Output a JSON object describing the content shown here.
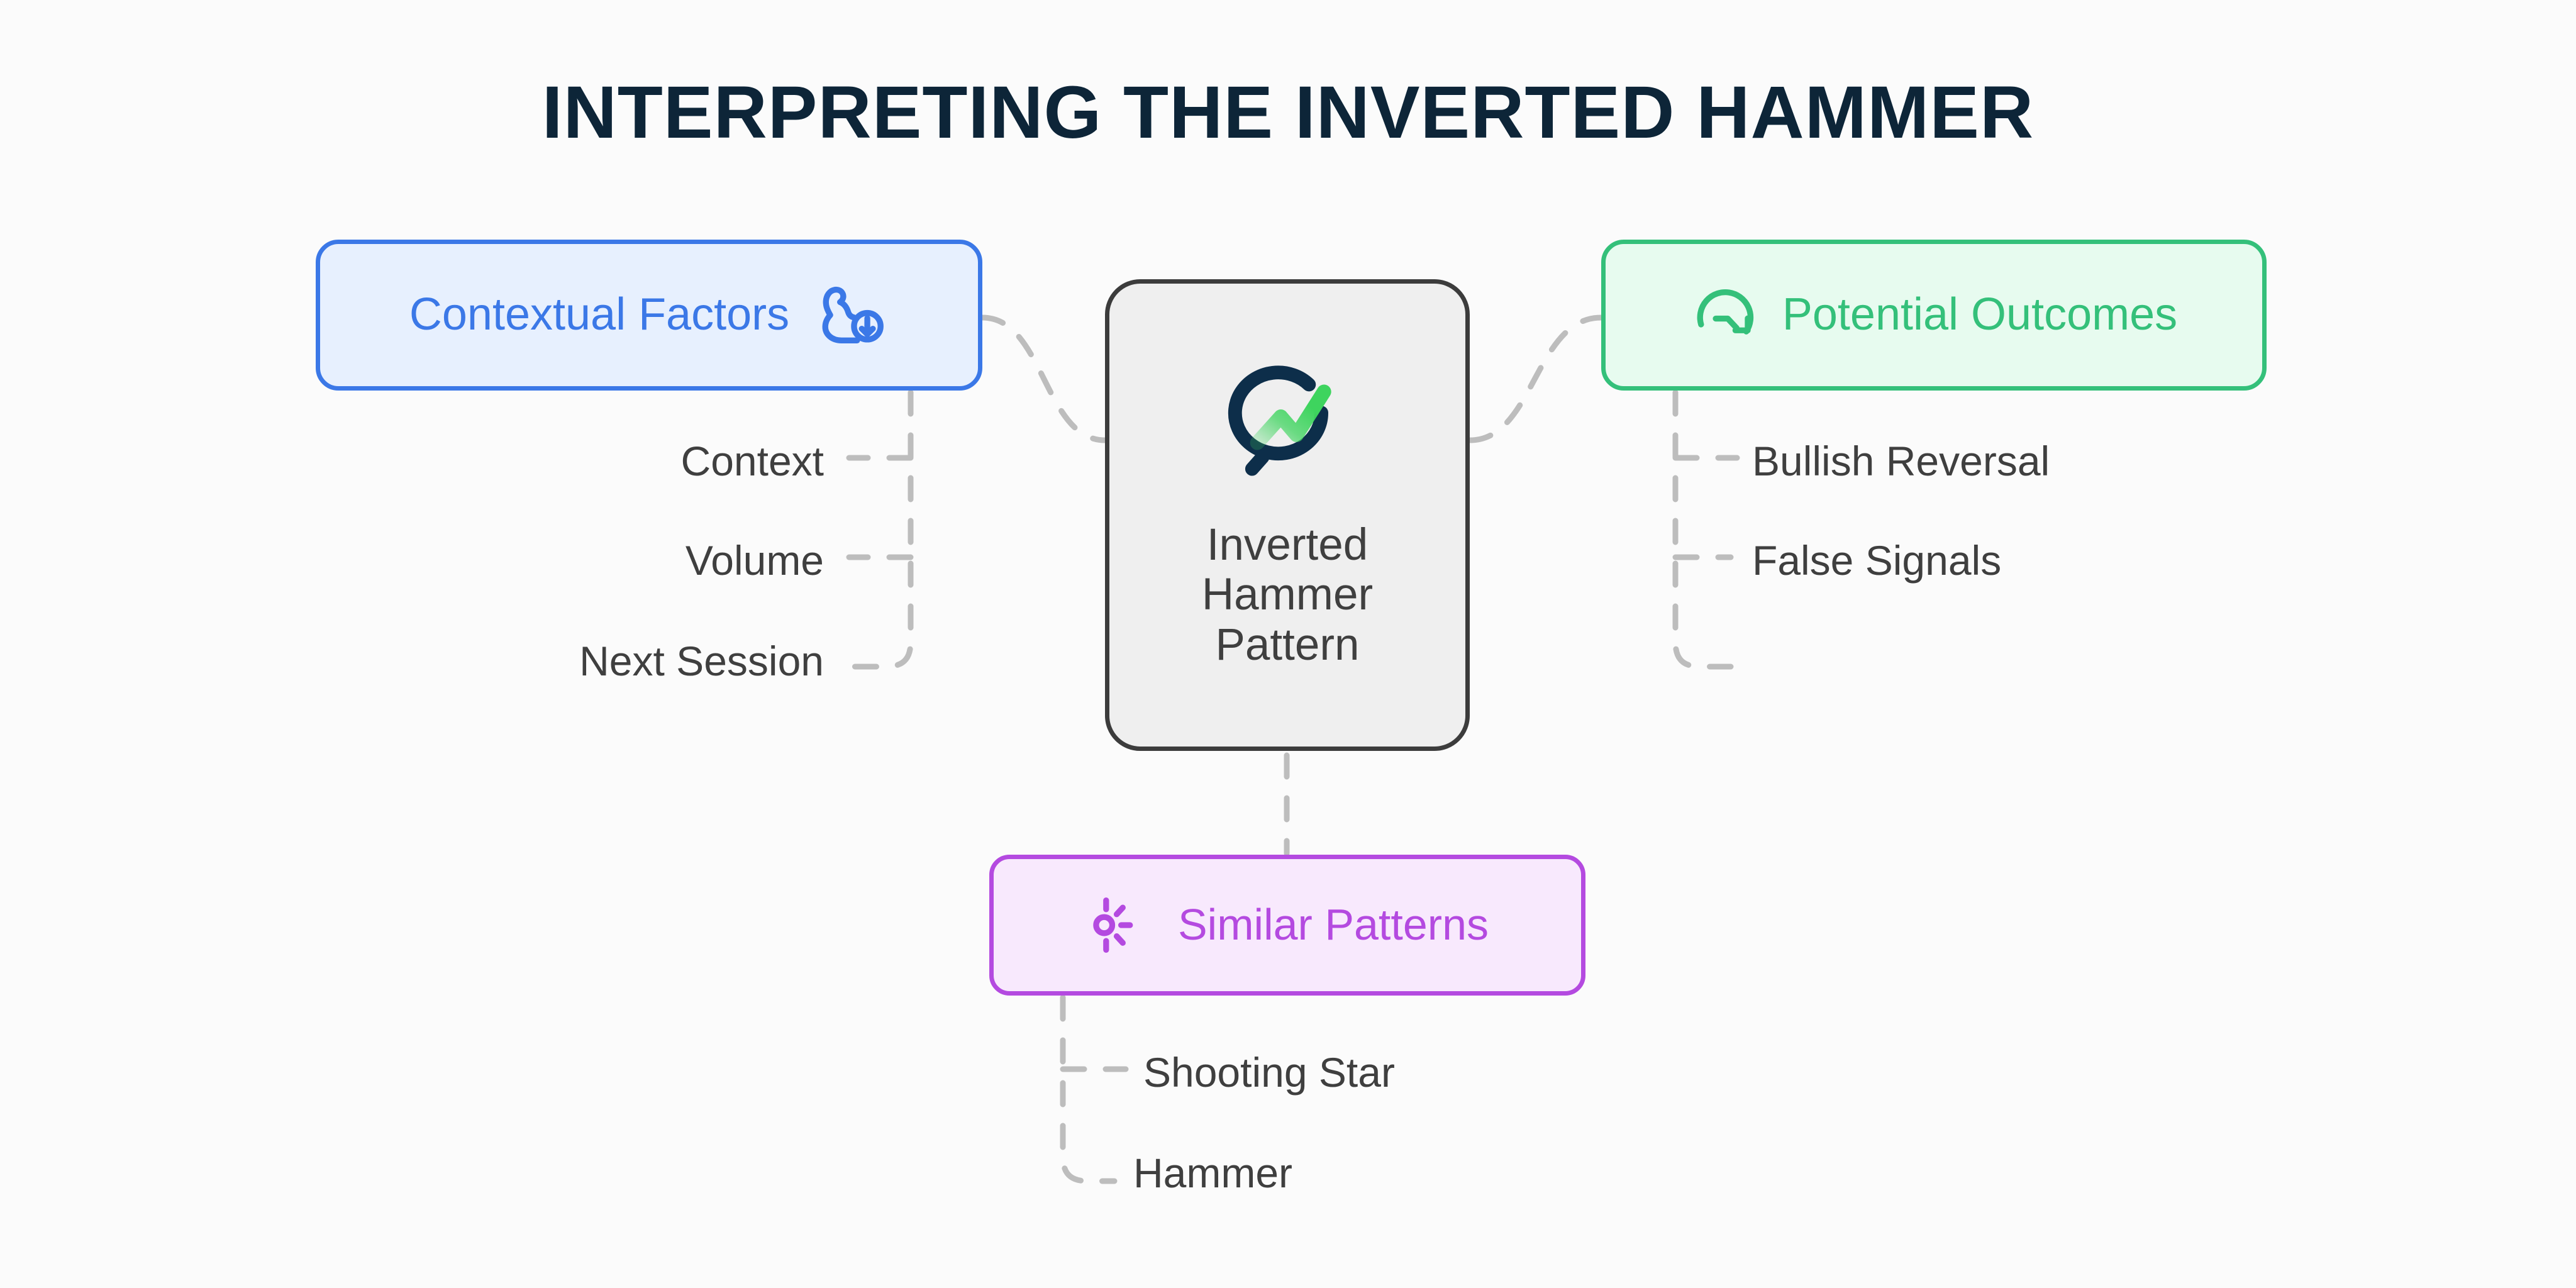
{
  "page": {
    "title": "INTERPRETING THE INVERTED HAMMER",
    "background_color": "#fbfbfb",
    "title_color": "#0d2538"
  },
  "center_node": {
    "label": "Inverted\nHammer\nPattern",
    "icon": "chart-trend-circle-logo",
    "fill_color": "#efefef",
    "border_color": "#3c3c3c",
    "logo_navy": "#0d2e4a",
    "logo_green": "#3ed45e"
  },
  "branches": [
    {
      "id": "contextual-factors",
      "label": "Contextual Factors",
      "icon": "flexed-biceps-icon",
      "accent_color": "#3b78e7",
      "fill_color": "#e7f0fe",
      "children": [
        "Context",
        "Volume",
        "Next Session"
      ]
    },
    {
      "id": "potential-outcomes",
      "label": "Potential Outcomes",
      "icon": "gauge-arrow-down-icon",
      "accent_color": "#34c07a",
      "fill_color": "#e7fbef",
      "children": [
        "Bullish Reversal",
        "False Signals"
      ]
    },
    {
      "id": "similar-patterns",
      "label": "Similar Patterns",
      "icon": "radial-burst-icon",
      "accent_color": "#b44ae0",
      "fill_color": "#f8e9fd",
      "children": [
        "Shooting Star",
        "Hammer"
      ]
    }
  ],
  "connectors": {
    "color": "#bdbdbd",
    "style": "dashed"
  }
}
